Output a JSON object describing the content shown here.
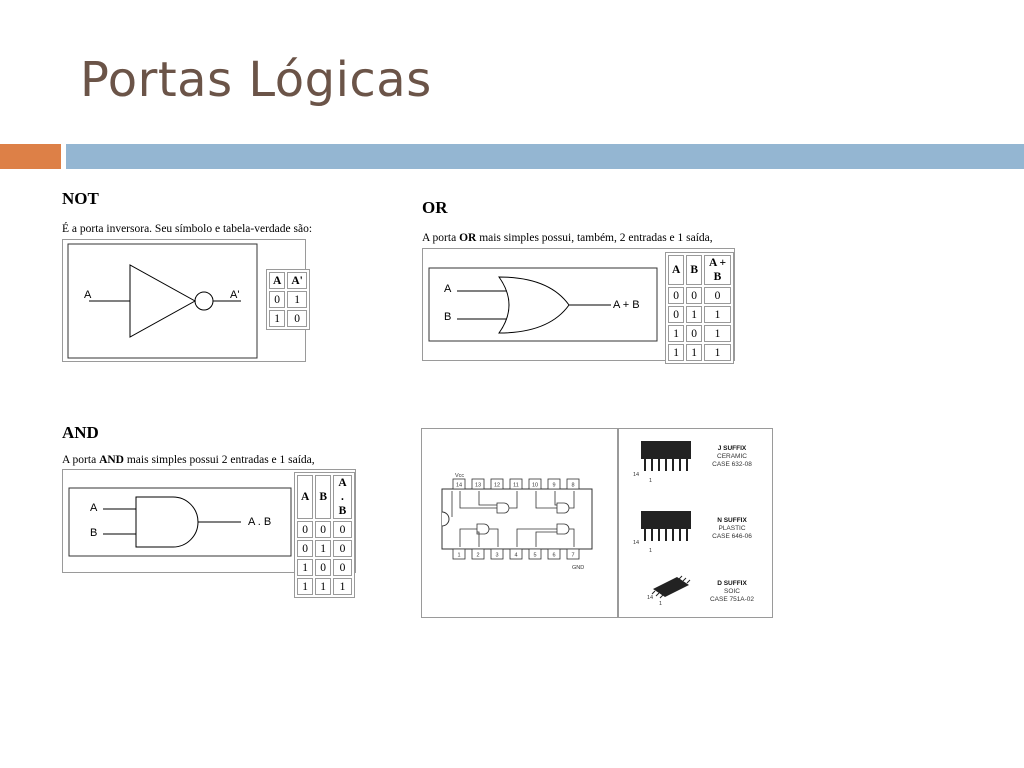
{
  "slide": {
    "title": "Portas Lógicas"
  },
  "not": {
    "heading": "NOT",
    "description": "É a porta inversora. Seu símbolo e tabela-verdade são:",
    "input_label": "A",
    "output_label": "A'",
    "table": {
      "headers": [
        "A",
        "A'"
      ],
      "rows": [
        [
          "0",
          "1"
        ],
        [
          "1",
          "0"
        ]
      ]
    }
  },
  "or": {
    "heading": "OR",
    "desc_pre": "A porta ",
    "desc_bold": "OR",
    "desc_post": " mais simples possui, também, 2 entradas e 1 saída,",
    "input_a": "A",
    "input_b": "B",
    "output_label": "A + B",
    "table": {
      "headers": [
        "A",
        "B",
        "A + B"
      ],
      "rows": [
        [
          "0",
          "0",
          "0"
        ],
        [
          "0",
          "1",
          "1"
        ],
        [
          "1",
          "0",
          "1"
        ],
        [
          "1",
          "1",
          "1"
        ]
      ]
    }
  },
  "and": {
    "heading": "AND",
    "desc_pre": "A porta ",
    "desc_bold": "AND",
    "desc_post": " mais simples possui 2 entradas e 1 saída,",
    "input_a": "A",
    "input_b": "B",
    "output_label": "A . B",
    "table": {
      "headers": [
        "A",
        "B",
        "A . B"
      ],
      "rows": [
        [
          "0",
          "0",
          "0"
        ],
        [
          "0",
          "1",
          "0"
        ],
        [
          "1",
          "0",
          "0"
        ],
        [
          "1",
          "1",
          "1"
        ]
      ]
    }
  },
  "ic": {
    "vcc": "Vcc",
    "gnd": "GND",
    "top_pins": [
      "14",
      "13",
      "12",
      "11",
      "10",
      "9",
      "8"
    ],
    "bottom_pins": [
      "1",
      "2",
      "3",
      "4",
      "5",
      "6",
      "7"
    ],
    "packages": [
      {
        "suffix": "J SUFFIX",
        "material": "CERAMIC",
        "case": "CASE 632-08",
        "pin_hi": "14",
        "pin_lo": "1"
      },
      {
        "suffix": "N SUFFIX",
        "material": "PLASTIC",
        "case": "CASE 646-06",
        "pin_hi": "14",
        "pin_lo": "1"
      },
      {
        "suffix": "D SUFFIX",
        "material": "SOIC",
        "case": "CASE 751A-02",
        "pin_hi": "14",
        "pin_lo": "1"
      }
    ]
  },
  "colors": {
    "title": "#6b5448",
    "accent_orange": "#dd8047",
    "accent_blue": "#94b6d2"
  }
}
